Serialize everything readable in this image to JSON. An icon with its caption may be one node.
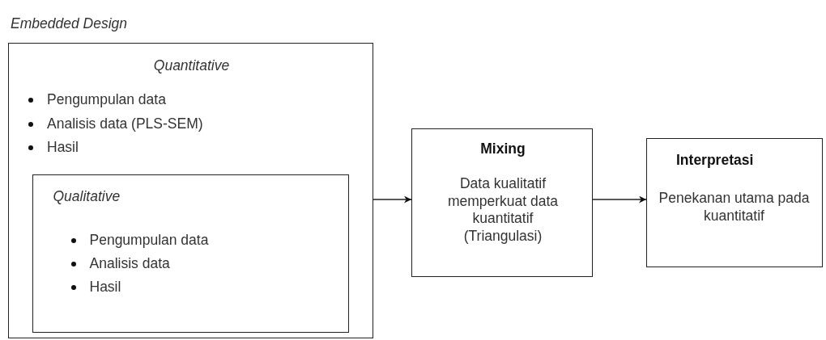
{
  "diagram": {
    "nodes": [
      {
        "text": [
          "Embedded Design",
          "Quantitative",
          "Pengumpulan data",
          "Analisis data (PLS-SEM)",
          "Hasil"
        ]
      },
      {
        "text": [
          "Qualitative",
          "Pengumpulan data",
          "Analisis data",
          "Hasil"
        ],
        "in": 0
      },
      {
        "text": [
          "Mixing",
          "Data kualitatif memperkuat data kuantitatif (Triangulasi)"
        ]
      },
      {
        "text": [
          "Interpretasi",
          "Penekanan utama pada kuantitatif"
        ]
      }
    ],
    "edges": [
      {
        "from": 0,
        "to": 2,
        "arrow": "to"
      },
      {
        "from": 2,
        "to": 3,
        "arrow": "to"
      }
    ]
  }
}
